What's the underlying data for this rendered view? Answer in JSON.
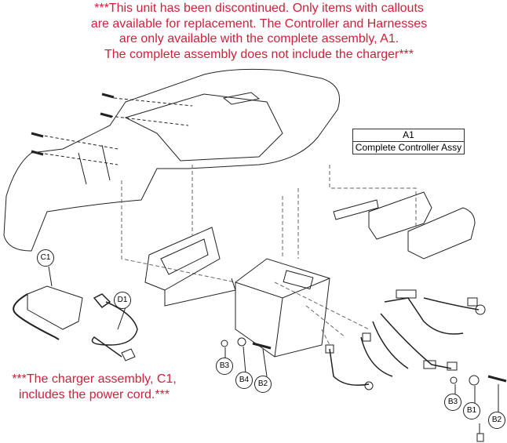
{
  "top_note": [
    "***This unit has been discontinued. Only items with callouts",
    "are available for replacement. The Controller and Harnesses",
    "are only available with the complete assembly, A1.",
    "The complete assembly does not include the charger***"
  ],
  "bottom_note": [
    "***The charger assembly, C1,",
    "includes the power cord.***"
  ],
  "a1_table": {
    "code": "A1",
    "description": "Complete Controller Assy"
  },
  "callouts": [
    "C1",
    "D1",
    "B3",
    "B4",
    "B2",
    "B3",
    "B1",
    "B2"
  ],
  "colors": {
    "note": "#d0203a",
    "line": "#222222"
  }
}
